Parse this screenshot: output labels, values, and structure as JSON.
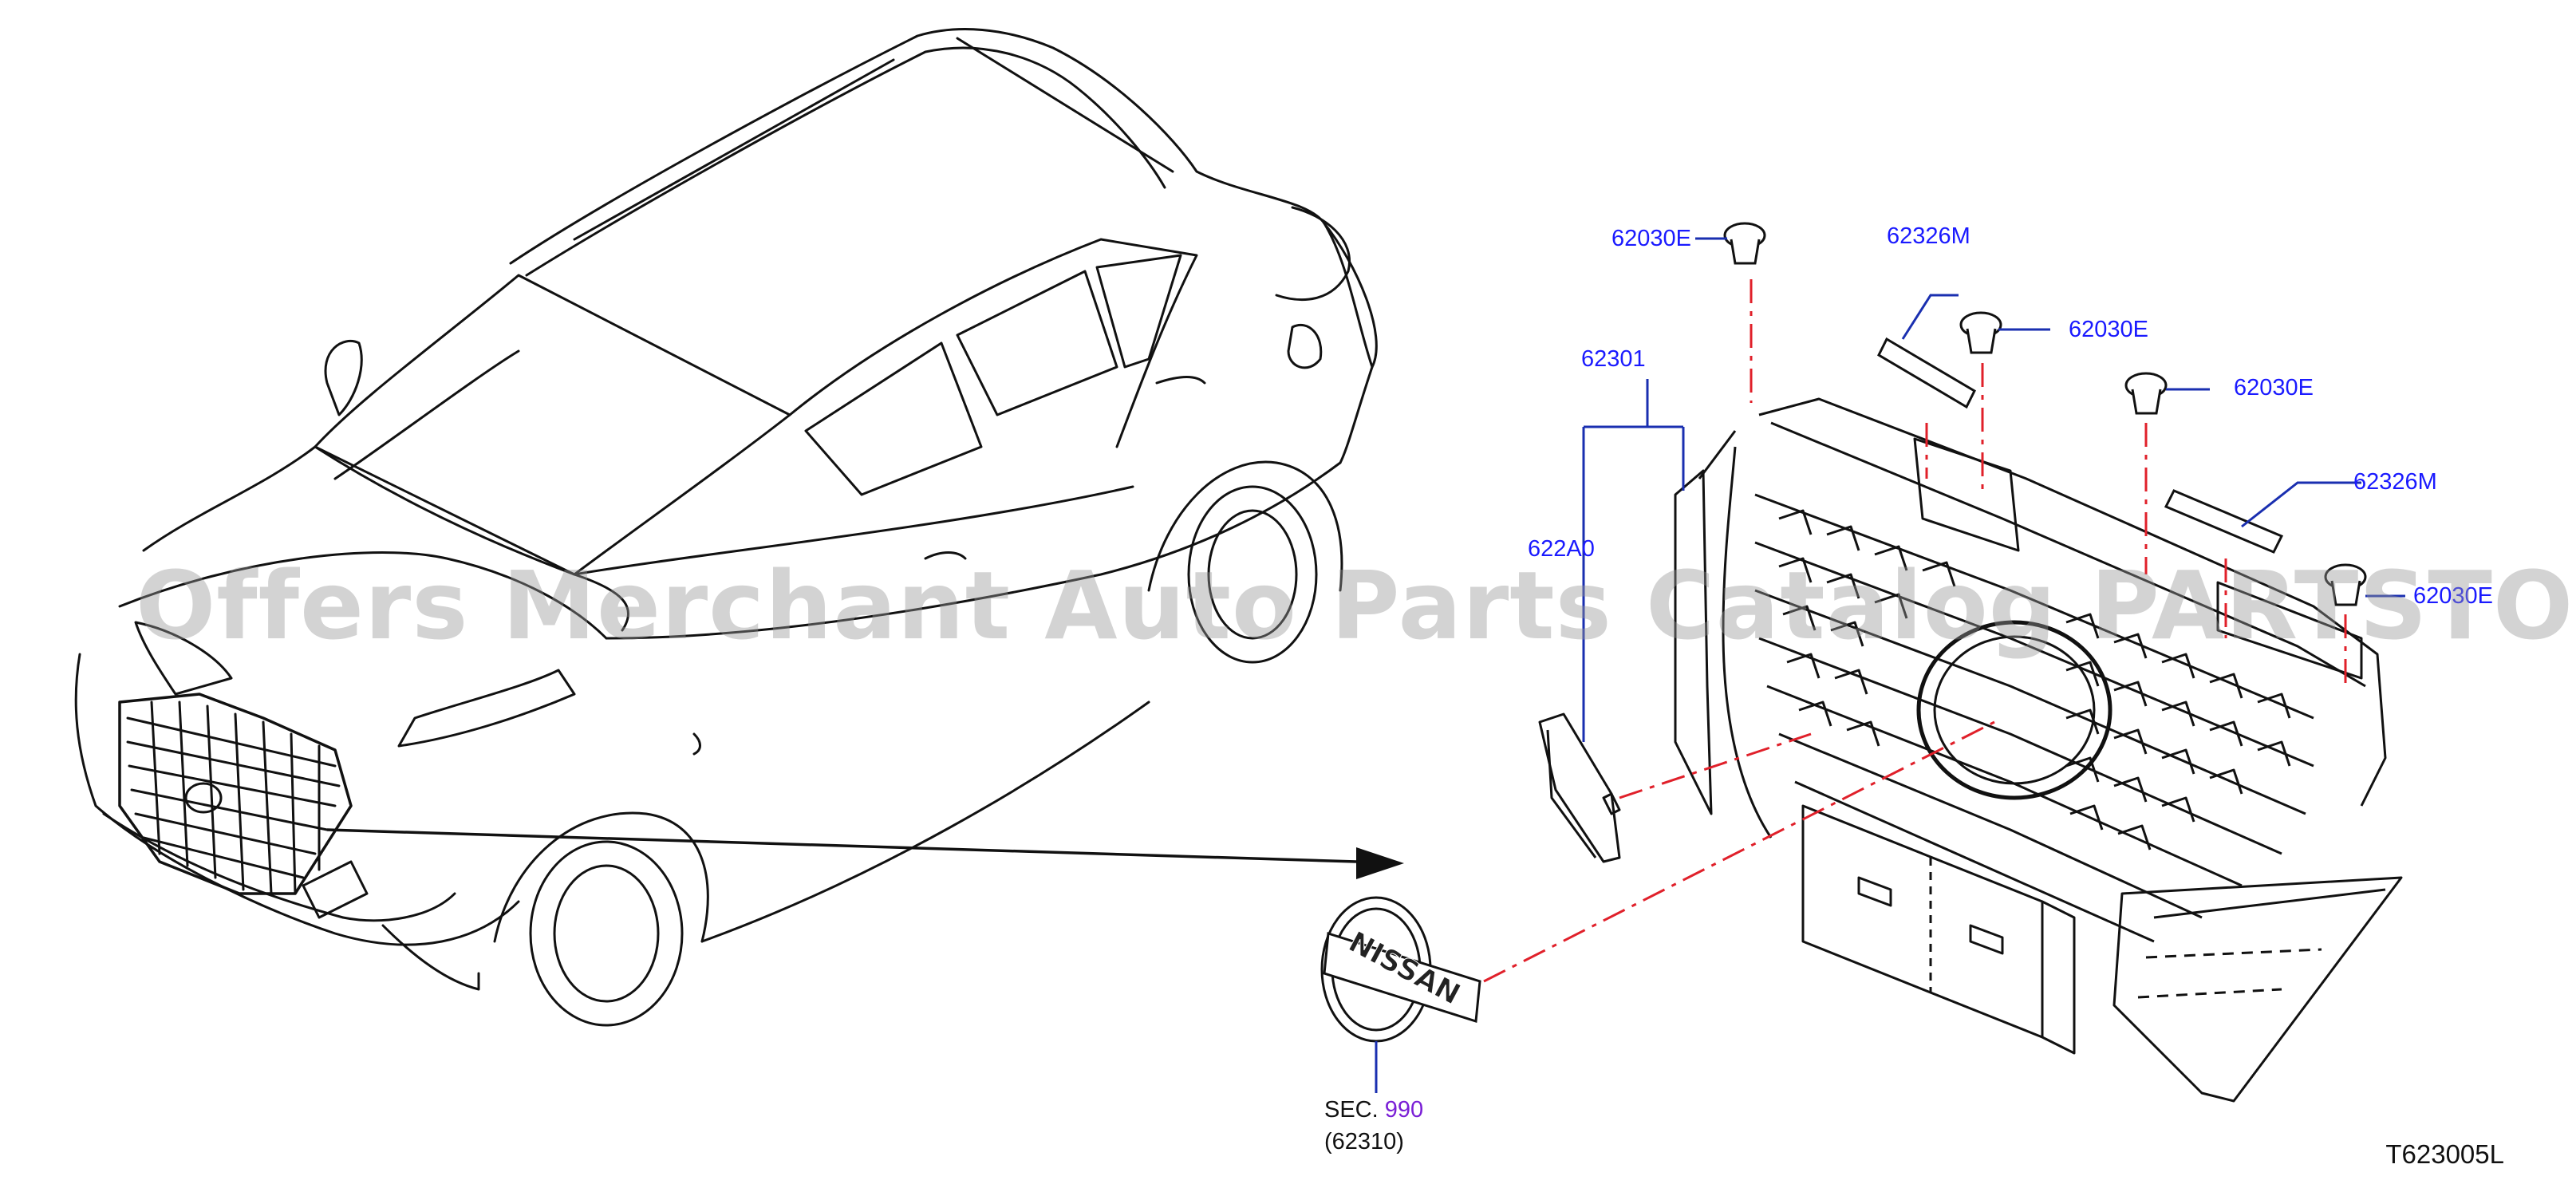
{
  "diagram": {
    "diagram_id": "T623005L",
    "watermark": "Offers Merchant Auto Parts Catalog PARTSTORE.SA",
    "callouts": [
      {
        "id": "62030E-a",
        "text": "62030E"
      },
      {
        "id": "62326M-a",
        "text": "62326M"
      },
      {
        "id": "62030E-b",
        "text": "62030E"
      },
      {
        "id": "62030E-c",
        "text": "62030E"
      },
      {
        "id": "62301",
        "text": "62301"
      },
      {
        "id": "62326M-b",
        "text": "62326M"
      },
      {
        "id": "622A0",
        "text": "622A0"
      },
      {
        "id": "62030E-d",
        "text": "62030E"
      }
    ],
    "section_ref": {
      "prefix": "SEC.",
      "number": "990",
      "part": "(62310)"
    },
    "emblem_text": "NISSAN",
    "colors": {
      "line": "#111111",
      "callout": "#1a1aff",
      "leader": "#1a2fb0",
      "dash": "#e0202a",
      "section": "#7a1fd6",
      "watermark": "#969696"
    }
  }
}
